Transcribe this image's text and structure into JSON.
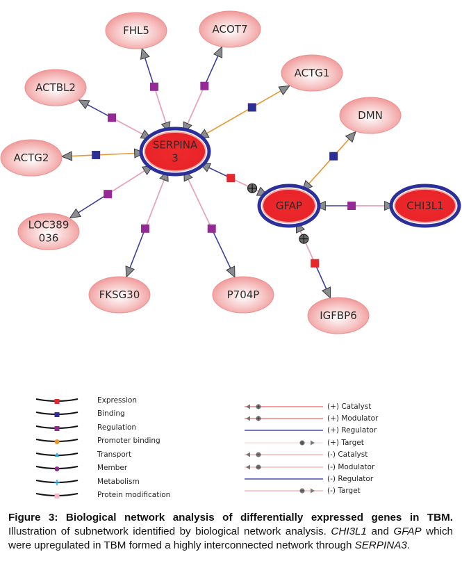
{
  "figure": {
    "nodes": [
      {
        "id": "SERPINA3",
        "label_lines": [
          "SERPINA",
          "3"
        ],
        "type": "seed"
      },
      {
        "id": "GFAP",
        "label_lines": [
          "GFAP"
        ],
        "type": "seed"
      },
      {
        "id": "CHI3L1",
        "label_lines": [
          "CHI3L1"
        ],
        "type": "seed"
      },
      {
        "id": "FHL5",
        "label_lines": [
          "FHL5"
        ],
        "type": "neighbor"
      },
      {
        "id": "ACOT7",
        "label_lines": [
          "ACOT7"
        ],
        "type": "neighbor"
      },
      {
        "id": "ACTG1",
        "label_lines": [
          "ACTG1"
        ],
        "type": "neighbor"
      },
      {
        "id": "DMN",
        "label_lines": [
          "DMN"
        ],
        "type": "neighbor"
      },
      {
        "id": "ACTBL2",
        "label_lines": [
          "ACTBL2"
        ],
        "type": "neighbor"
      },
      {
        "id": "ACTG2",
        "label_lines": [
          "ACTG2"
        ],
        "type": "neighbor"
      },
      {
        "id": "LOC389036",
        "label_lines": [
          "LOC389",
          "036"
        ],
        "type": "neighbor"
      },
      {
        "id": "FKSG30",
        "label_lines": [
          "FKSG30"
        ],
        "type": "neighbor"
      },
      {
        "id": "P704P",
        "label_lines": [
          "P704P"
        ],
        "type": "neighbor"
      },
      {
        "id": "IGFBP6",
        "label_lines": [
          "IGFBP6"
        ],
        "type": "neighbor"
      }
    ],
    "edges": [
      {
        "source": "SERPINA3",
        "target": "FHL5",
        "relation": "Regulation"
      },
      {
        "source": "SERPINA3",
        "target": "ACOT7",
        "relation": "Regulation"
      },
      {
        "source": "SERPINA3",
        "target": "ACTBL2",
        "relation": "Regulation"
      },
      {
        "source": "SERPINA3",
        "target": "ACTG1",
        "relation": "Binding"
      },
      {
        "source": "SERPINA3",
        "target": "ACTG2",
        "relation": "Binding"
      },
      {
        "source": "SERPINA3",
        "target": "LOC389036",
        "relation": "Regulation"
      },
      {
        "source": "SERPINA3",
        "target": "FKSG30",
        "relation": "Regulation"
      },
      {
        "source": "SERPINA3",
        "target": "P704P",
        "relation": "Regulation"
      },
      {
        "source": "GFAP",
        "target": "SERPINA3",
        "relation": "Expression",
        "modulator": "+"
      },
      {
        "source": "GFAP",
        "target": "DMN",
        "relation": "Binding"
      },
      {
        "source": "CHI3L1",
        "target": "GFAP",
        "relation": "Regulation"
      },
      {
        "source": "GFAP",
        "target": "IGFBP6",
        "relation": "Expression",
        "modulator": "+"
      }
    ],
    "colors": {
      "seed_fill": "#e8272b",
      "seed_ring": "#2b2f9a",
      "neighbor_fill": "#f29c9c",
      "regulator_line": "#3a3f9e",
      "target_line": "#e9a3bd",
      "promoter_line": "#e8962e",
      "expression": "#e8262b",
      "binding": "#2e2f96",
      "regulation": "#952a96",
      "promoter_binding": "#e8962e",
      "transport": "#2fa8e0",
      "member": "#8e2a8c",
      "metabolism": "#2fa8e0",
      "protein_modification": "#f4b6c4",
      "arrow_fill": "#8a8d8f"
    }
  },
  "legend": {
    "relations": [
      {
        "label": "Expression",
        "color": "#e8262b",
        "marker": "square"
      },
      {
        "label": "Binding",
        "color": "#2e2f96",
        "marker": "square"
      },
      {
        "label": "Regulation",
        "color": "#952a96",
        "marker": "square"
      },
      {
        "label": "Promoter binding",
        "color": "#e8962e",
        "marker": "circle"
      },
      {
        "label": "Transport",
        "color": "#2fa8e0",
        "marker": "triangle"
      },
      {
        "label": "Member",
        "color": "#8e2a8c",
        "marker": "circle"
      },
      {
        "label": "Metabolism",
        "color": "#2fa8e0",
        "marker": "plus"
      },
      {
        "label": "Protein modification",
        "color": "#f4b6c4",
        "marker": "square"
      }
    ],
    "roles": [
      {
        "label": "(+) Catalyst",
        "line": "#f08080",
        "symbols": "left-arrow-plus"
      },
      {
        "label": "(+) Modulator",
        "line": "#f08080",
        "symbols": "left-arrow-plus"
      },
      {
        "label": "(+) Regulator",
        "line": "#4a4fae",
        "symbols": "none"
      },
      {
        "label": "(+) Target",
        "line": "#fbe0e0",
        "symbols": "plus-right-arrow"
      },
      {
        "label": "(-) Catalyst",
        "line": "#f6b8b8",
        "symbols": "left-arrow-minus"
      },
      {
        "label": "(-) Modulator",
        "line": "#f6b8b8",
        "symbols": "left-arrow-minus"
      },
      {
        "label": "(-) Regulator",
        "line": "#4a4fae",
        "symbols": "none"
      },
      {
        "label": "(-) Target",
        "line": "#f6b8b8",
        "symbols": "minus-right-arrow"
      }
    ]
  },
  "caption": {
    "bold": "Figure 3: Biological network analysis of differentially expressed genes in TBM.",
    "text1": " Illustration of subnetwork identified by biological network analysis. ",
    "italic1": "CHI3L1",
    "text2": " and ",
    "italic2": "GFAP",
    "text3": " which were upregulated in TBM formed a highly interconnected network through ",
    "italic3": "SERPINA3",
    "text4": "."
  }
}
